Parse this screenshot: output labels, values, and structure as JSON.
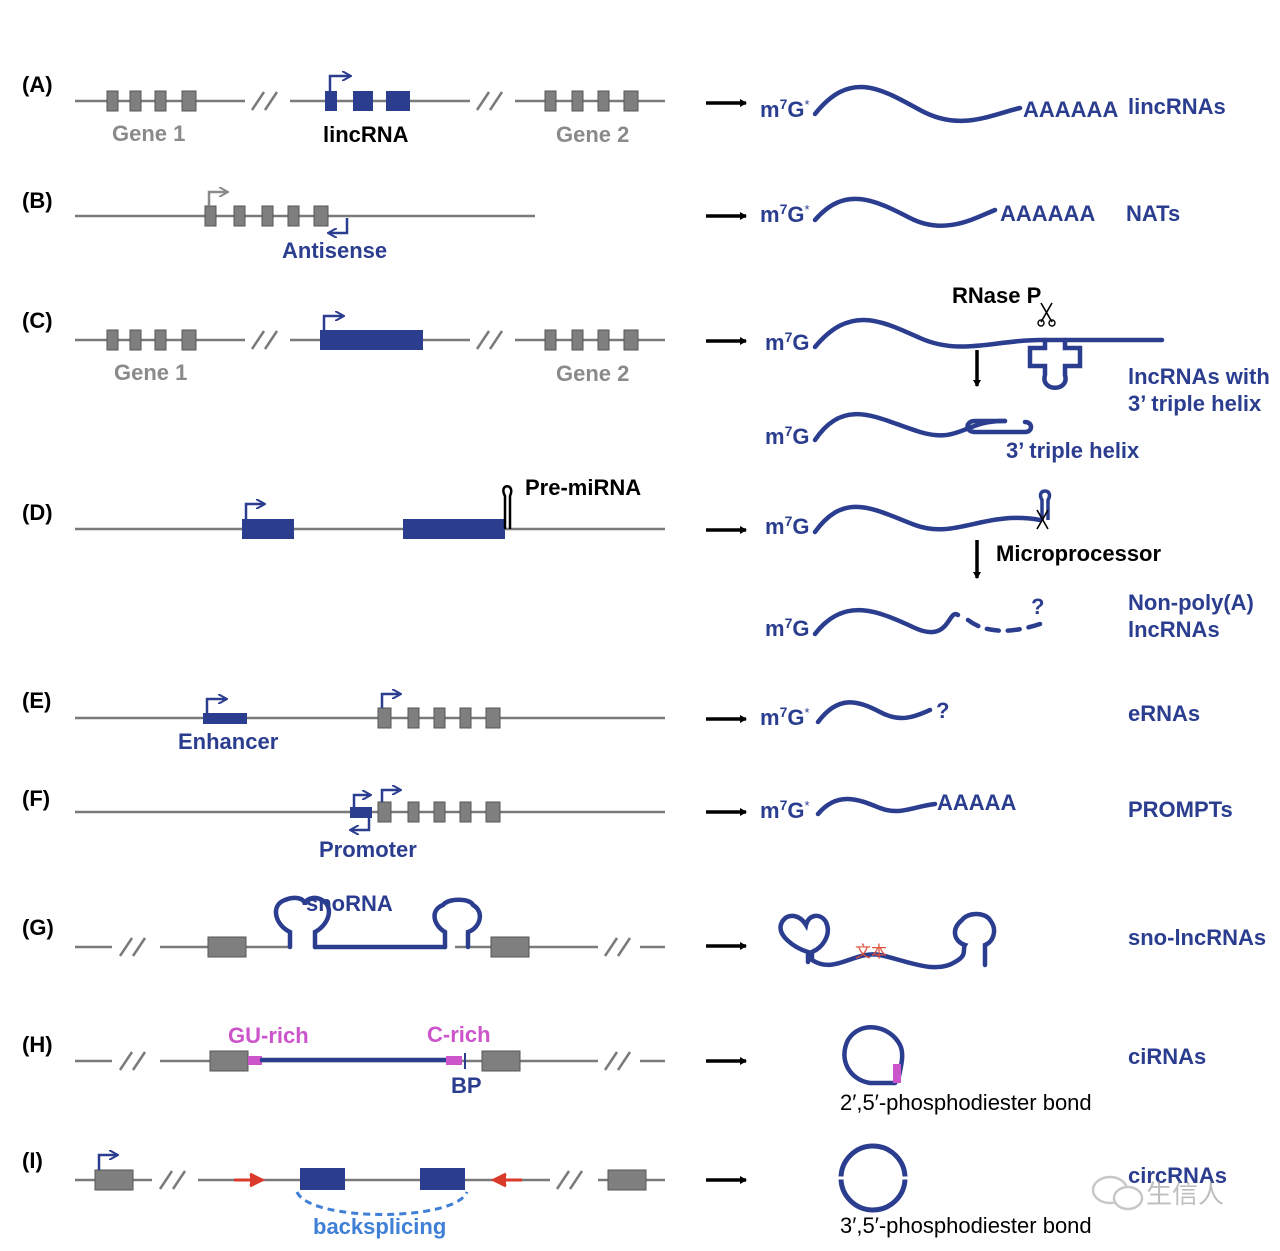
{
  "rows": [
    {
      "id": "A",
      "tag": "(A)",
      "left_labels": [
        "Gene 1",
        "lincRNA",
        "Gene 2"
      ],
      "product": {
        "cap": "m7G*",
        "tail": "AAAAAA"
      },
      "category": "lincRNAs"
    },
    {
      "id": "B",
      "tag": "(B)",
      "left_labels": [
        "Antisense"
      ],
      "product": {
        "cap": "m7G*",
        "tail": "AAAAAA"
      },
      "category": "NATs"
    },
    {
      "id": "C",
      "tag": "(C)",
      "left_labels": [
        "Gene 1",
        "Gene 2"
      ],
      "product": {
        "cap": "m7G",
        "enzyme": "RNase P",
        "structure": "3’ triple helix"
      },
      "category": "lncRNAs with\n3’ triple helix"
    },
    {
      "id": "D",
      "tag": "(D)",
      "left_labels": [
        "Pre-miRNA"
      ],
      "product": {
        "cap": "m7G",
        "enzyme": "Microprocessor",
        "unknown": "?"
      },
      "category": "Non-poly(A)\nlncRNAs"
    },
    {
      "id": "E",
      "tag": "(E)",
      "left_labels": [
        "Enhancer"
      ],
      "product": {
        "cap": "m7G*",
        "unknown": "?"
      },
      "category": "eRNAs"
    },
    {
      "id": "F",
      "tag": "(F)",
      "left_labels": [
        "Promoter"
      ],
      "product": {
        "cap": "m7G*",
        "tail": "AAAAA"
      },
      "category": "PROMPTs"
    },
    {
      "id": "G",
      "tag": "(G)",
      "left_labels": [
        "snoRNA"
      ],
      "product": {
        "overlay": "文本"
      },
      "category": "sno-lncRNAs"
    },
    {
      "id": "H",
      "tag": "(H)",
      "left_labels": [
        "GU-rich",
        "C-rich",
        "BP"
      ],
      "product": {
        "bond": "2′,5′-phosphodiester bond"
      },
      "category": "ciRNAs"
    },
    {
      "id": "I",
      "tag": "(I)",
      "left_labels": [
        "backsplicing"
      ],
      "product": {
        "bond": "3′,5′-phosphodiester bond"
      },
      "category": "circRNAs"
    }
  ],
  "watermark": "生信人",
  "colors": {
    "navy": "#2b3d8f",
    "gray": "#7f7f7f",
    "pink": "#cc55cc",
    "red": "#d93a2b",
    "light_blue": "#3f7fd6"
  }
}
